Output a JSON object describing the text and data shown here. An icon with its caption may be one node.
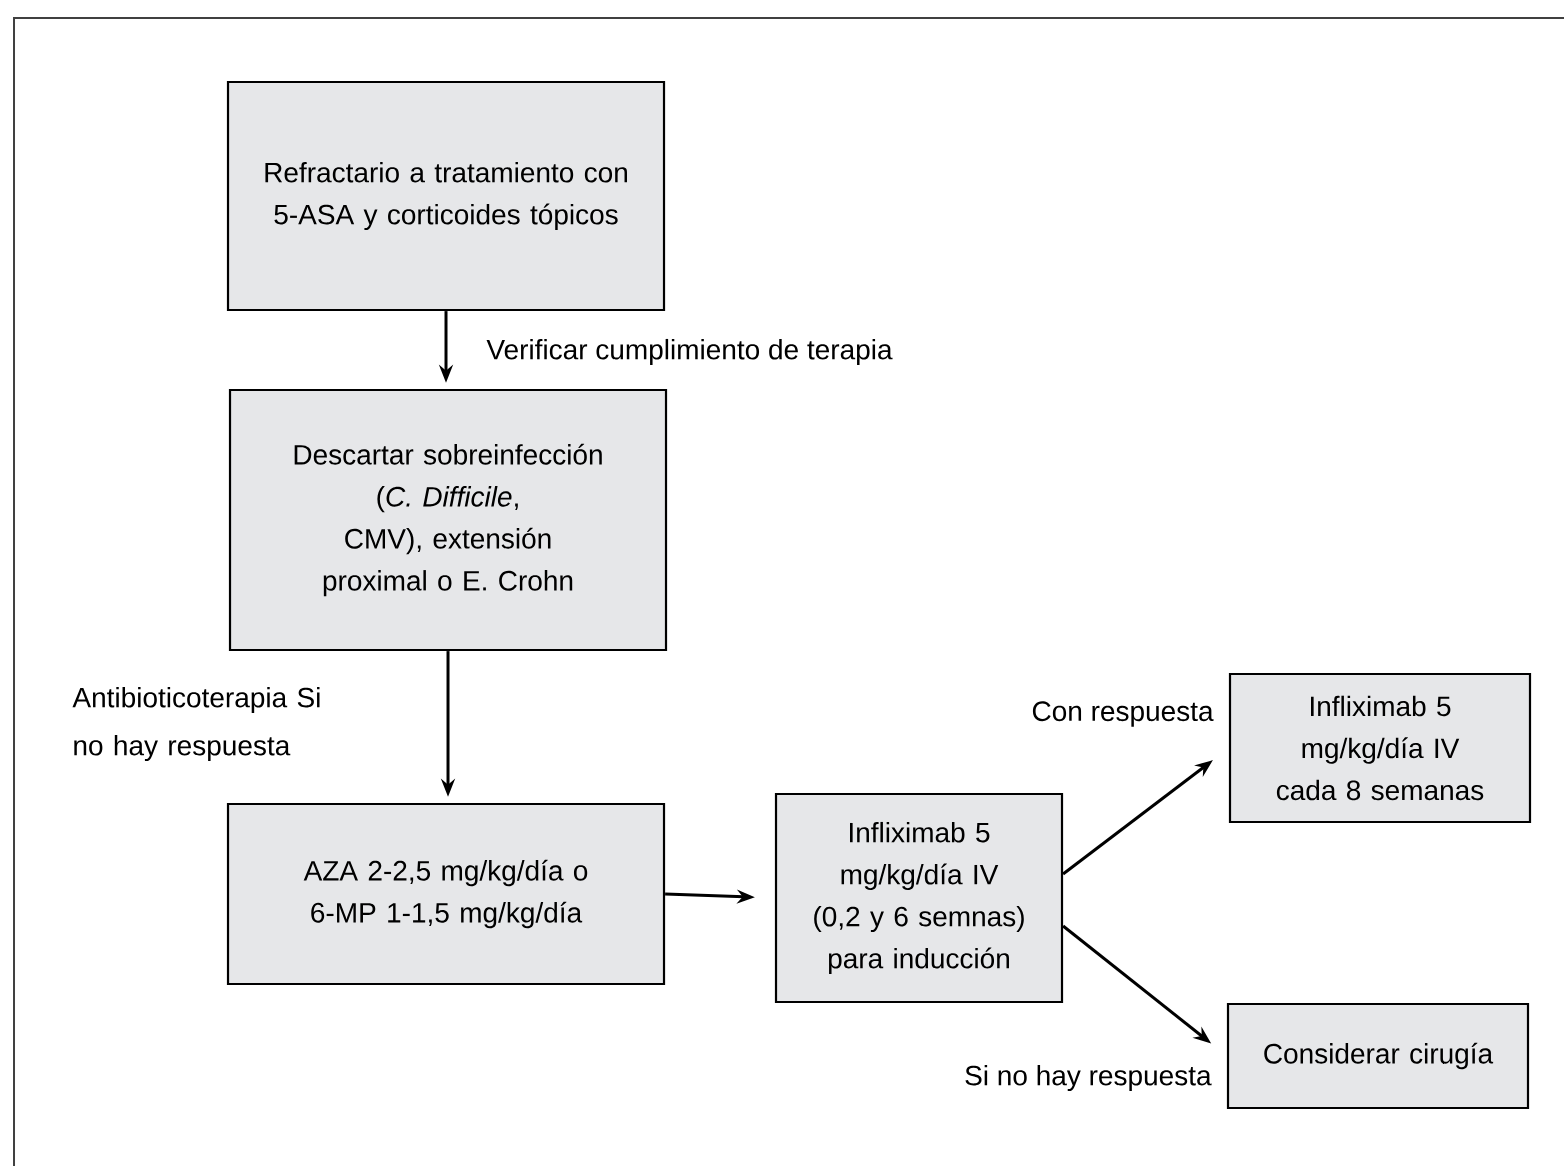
{
  "diagram": {
    "nodes": [
      {
        "text": [
          "Refractario a tratamiento con 5-ASA y corticoides tópicos"
        ]
      },
      {
        "text": [
          "Descartar sobreinfección (*C. Difficile*, CMV), extensión proximal o E. Crohn"
        ]
      },
      {
        "text": [
          "AZA 2-2,5 mg/kg/día o 6-MP 1-1,5 mg/kg/día"
        ]
      },
      {
        "text": [
          "Infliximab 5 mg/kg/día IV (0,2 y 6 semnas) para inducción"
        ]
      },
      {
        "text": [
          "Infliximab 5 mg/kg/día IV cada 8 semanas"
        ]
      },
      {
        "text": [
          "Considerar cirugía"
        ]
      }
    ],
    "edges": [
      {
        "from": 0,
        "to": 1,
        "arrow": "to",
        "label": "Verificar cumplimiento de terapia"
      },
      {
        "from": 1,
        "to": 2,
        "arrow": "to",
        "label": "Antibioticoterapia Si no hay respuesta"
      },
      {
        "from": 2,
        "to": 3,
        "arrow": "to"
      },
      {
        "from": 3,
        "to": 4,
        "arrow": "to",
        "label": "Con respuesta"
      },
      {
        "from": 3,
        "to": 5,
        "arrow": "to",
        "label": "Si no hay respuesta"
      }
    ]
  }
}
